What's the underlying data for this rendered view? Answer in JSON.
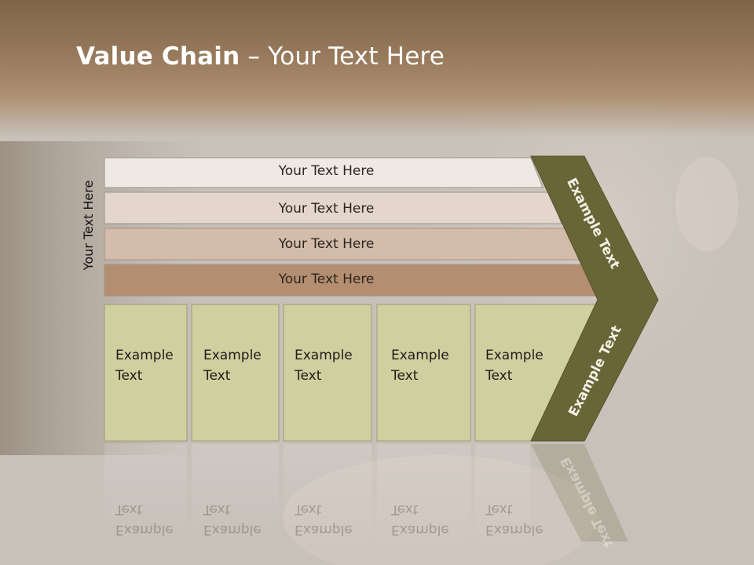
{
  "title": {
    "bold": "Value Chain",
    "rest": " – Your Text Here"
  },
  "side_label": "Your Text Here",
  "rows": [
    {
      "label": "Your Text Here",
      "fill": "#efe9e4"
    },
    {
      "label": "Your Text Here",
      "fill": "#e4d6cc"
    },
    {
      "label": "Your Text Here",
      "fill": "#d4bcaa"
    },
    {
      "label": "Your Text Here",
      "fill": "#b48e70"
    }
  ],
  "cells": [
    {
      "line1": "Example",
      "line2": "Text"
    },
    {
      "line1": "Example",
      "line2": "Text"
    },
    {
      "line1": "Example",
      "line2": "Text"
    },
    {
      "line1": "Example",
      "line2": "Text"
    },
    {
      "line1": "Example",
      "line2": "Text"
    }
  ],
  "arrow_top": "Example Text",
  "arrow_bottom": "Example Text",
  "colors": {
    "cell_fill": "#cfcfa0",
    "arrow_fill": "#686637",
    "header": "#8c6e50"
  }
}
